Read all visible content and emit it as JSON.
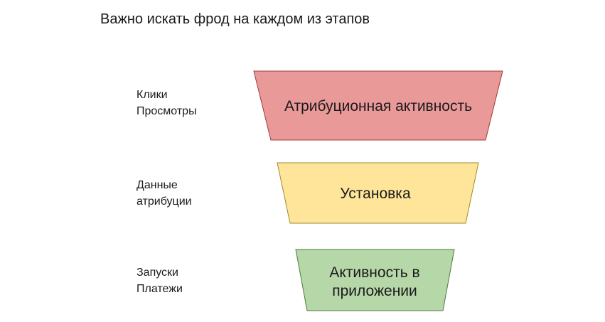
{
  "title": "Важно искать фрод на каждом из этапов",
  "labels": [
    {
      "lines": [
        "Клики",
        "Просмотры"
      ]
    },
    {
      "lines": [
        "Данные",
        "атрибуции"
      ]
    },
    {
      "lines": [
        "Запуски",
        "Платежи"
      ]
    }
  ],
  "stages": [
    {
      "lines": [
        "Атрибуционная активность"
      ],
      "fill": "#ea9999",
      "stroke": "#9e3a3a"
    },
    {
      "lines": [
        "Установка"
      ],
      "fill": "#ffe599",
      "stroke": "#9e8a2a"
    },
    {
      "lines": [
        "Активность в",
        "приложении"
      ],
      "fill": "#b6d7a8",
      "stroke": "#4b7a3e"
    }
  ]
}
